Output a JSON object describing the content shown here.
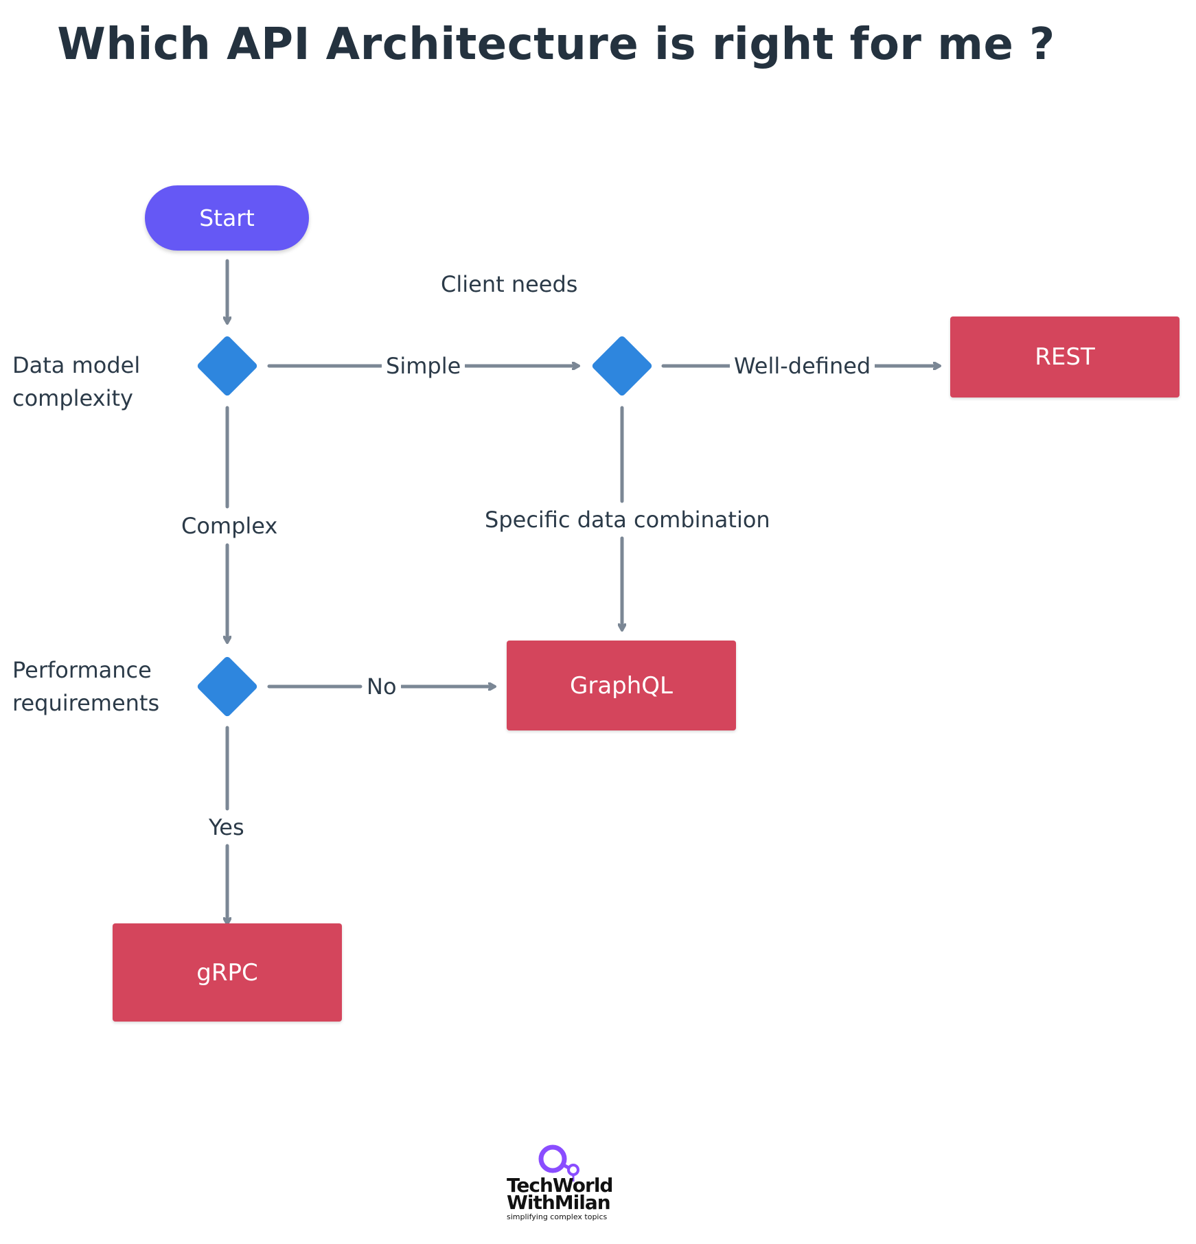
{
  "title": "Which API Architecture is right for me ?",
  "nodes": {
    "start": "Start",
    "rest": "REST",
    "graphql": "GraphQL",
    "grpc": "gRPC"
  },
  "decisions": {
    "data_model": "Data model\ncomplexity",
    "client_needs": "Client needs",
    "performance": "Performance\nrequirements"
  },
  "edges": {
    "simple": "Simple",
    "well_defined": "Well-defined",
    "complex": "Complex",
    "specific": "Specific data combination",
    "no": "No",
    "yes": "Yes"
  },
  "logo": {
    "line1": "TechWorld",
    "line2": "WithMilan",
    "tagline": "simplifying complex topics"
  },
  "colors": {
    "start": "#6558f5",
    "decision": "#2e86de",
    "result": "#d4455c",
    "connector": "#7b8795",
    "logo_accent": "#8a4dff"
  }
}
